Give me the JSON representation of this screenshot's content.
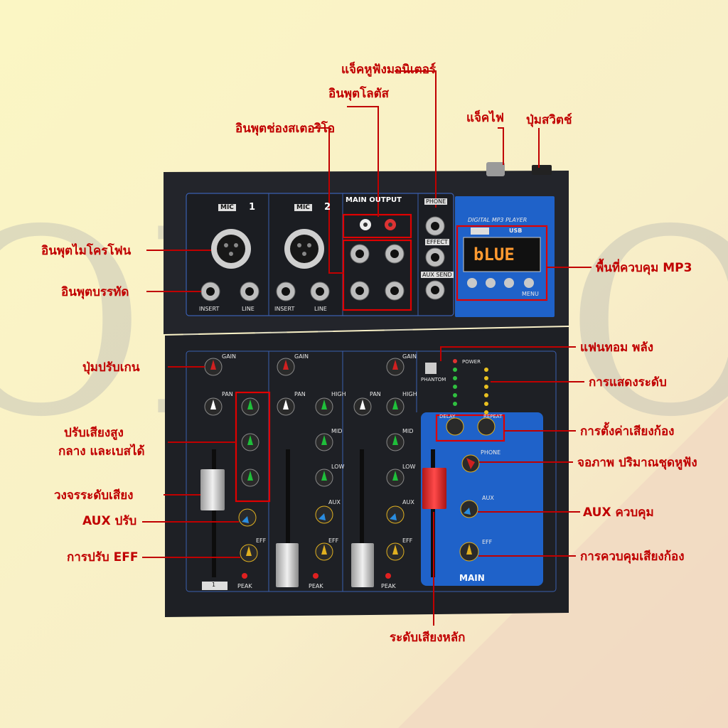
{
  "labels": {
    "monitor_jack": "แจ็คหูฟังมอนิเตอร์",
    "lotus_input": "อินพุตโลตัส",
    "stereo_input": "อินพุตช่องสเตอริโอ",
    "power_jack": "แจ็คไฟ",
    "switch_button": "ปุ่มสวิตช์",
    "mic_input": "อินพุตไมโครโฟน",
    "line_input": "อินพุตบรรทัด",
    "mp3_area": "พื้นที่ควบคุม MP3",
    "phantom_power": "แฟนทอม พลัง",
    "gain_knob": "ปุ่มปรับเกน",
    "level_display": "การแสดงระดับ",
    "eq_line1": "ปรับเสียงสูง",
    "eq_line2": "กลาง และเบสได้",
    "echo_settings": "การตั้งค่าเสียงก้อง",
    "phone_volume": "จอภาพ ปริมาณชุดหูฟัง",
    "channel_fader": "วงจรระดับเสียง",
    "aux_control": "AUX ควบคุม",
    "aux_adjust": "AUX ปรับ",
    "eff_adjust": "การปรับ EFF",
    "echo_control": "การควบคุมเสียงก้อง",
    "main_level": "ระดับเสียงหลัก"
  },
  "mixer": {
    "mic1": "MIC",
    "mic1_num": "1",
    "mic2": "MIC",
    "mic2_num": "2",
    "main_output": "MAIN OUTPUT",
    "phone": "PHONE",
    "effect": "EFFECT",
    "aux_send": "AUX SEND",
    "insert": "INSERT",
    "line": "LINE",
    "mp3_title": "DIGITAL MP3 PLAYER",
    "usb": "USB",
    "display_text": "bLUE",
    "menu": "MENU",
    "gain": "GAIN",
    "pan": "PAN",
    "high": "HIGH",
    "mid": "MID",
    "low": "LOW",
    "aux": "AUX",
    "eff": "EFF",
    "peak": "PEAK",
    "phantom": "PHANTOM",
    "power": "POWER",
    "delay": "DELAY",
    "repeat": "REPEAT",
    "main": "MAIN",
    "channel_num": "1"
  },
  "colors": {
    "label_red": "#c00000",
    "highlight_red": "#e00000",
    "panel_dark": "#1d1f24",
    "panel_blue": "#1f62c9",
    "knob_green": "#1fbf3a",
    "knob_blue": "#2a8de0",
    "fader_red": "#e53030"
  }
}
